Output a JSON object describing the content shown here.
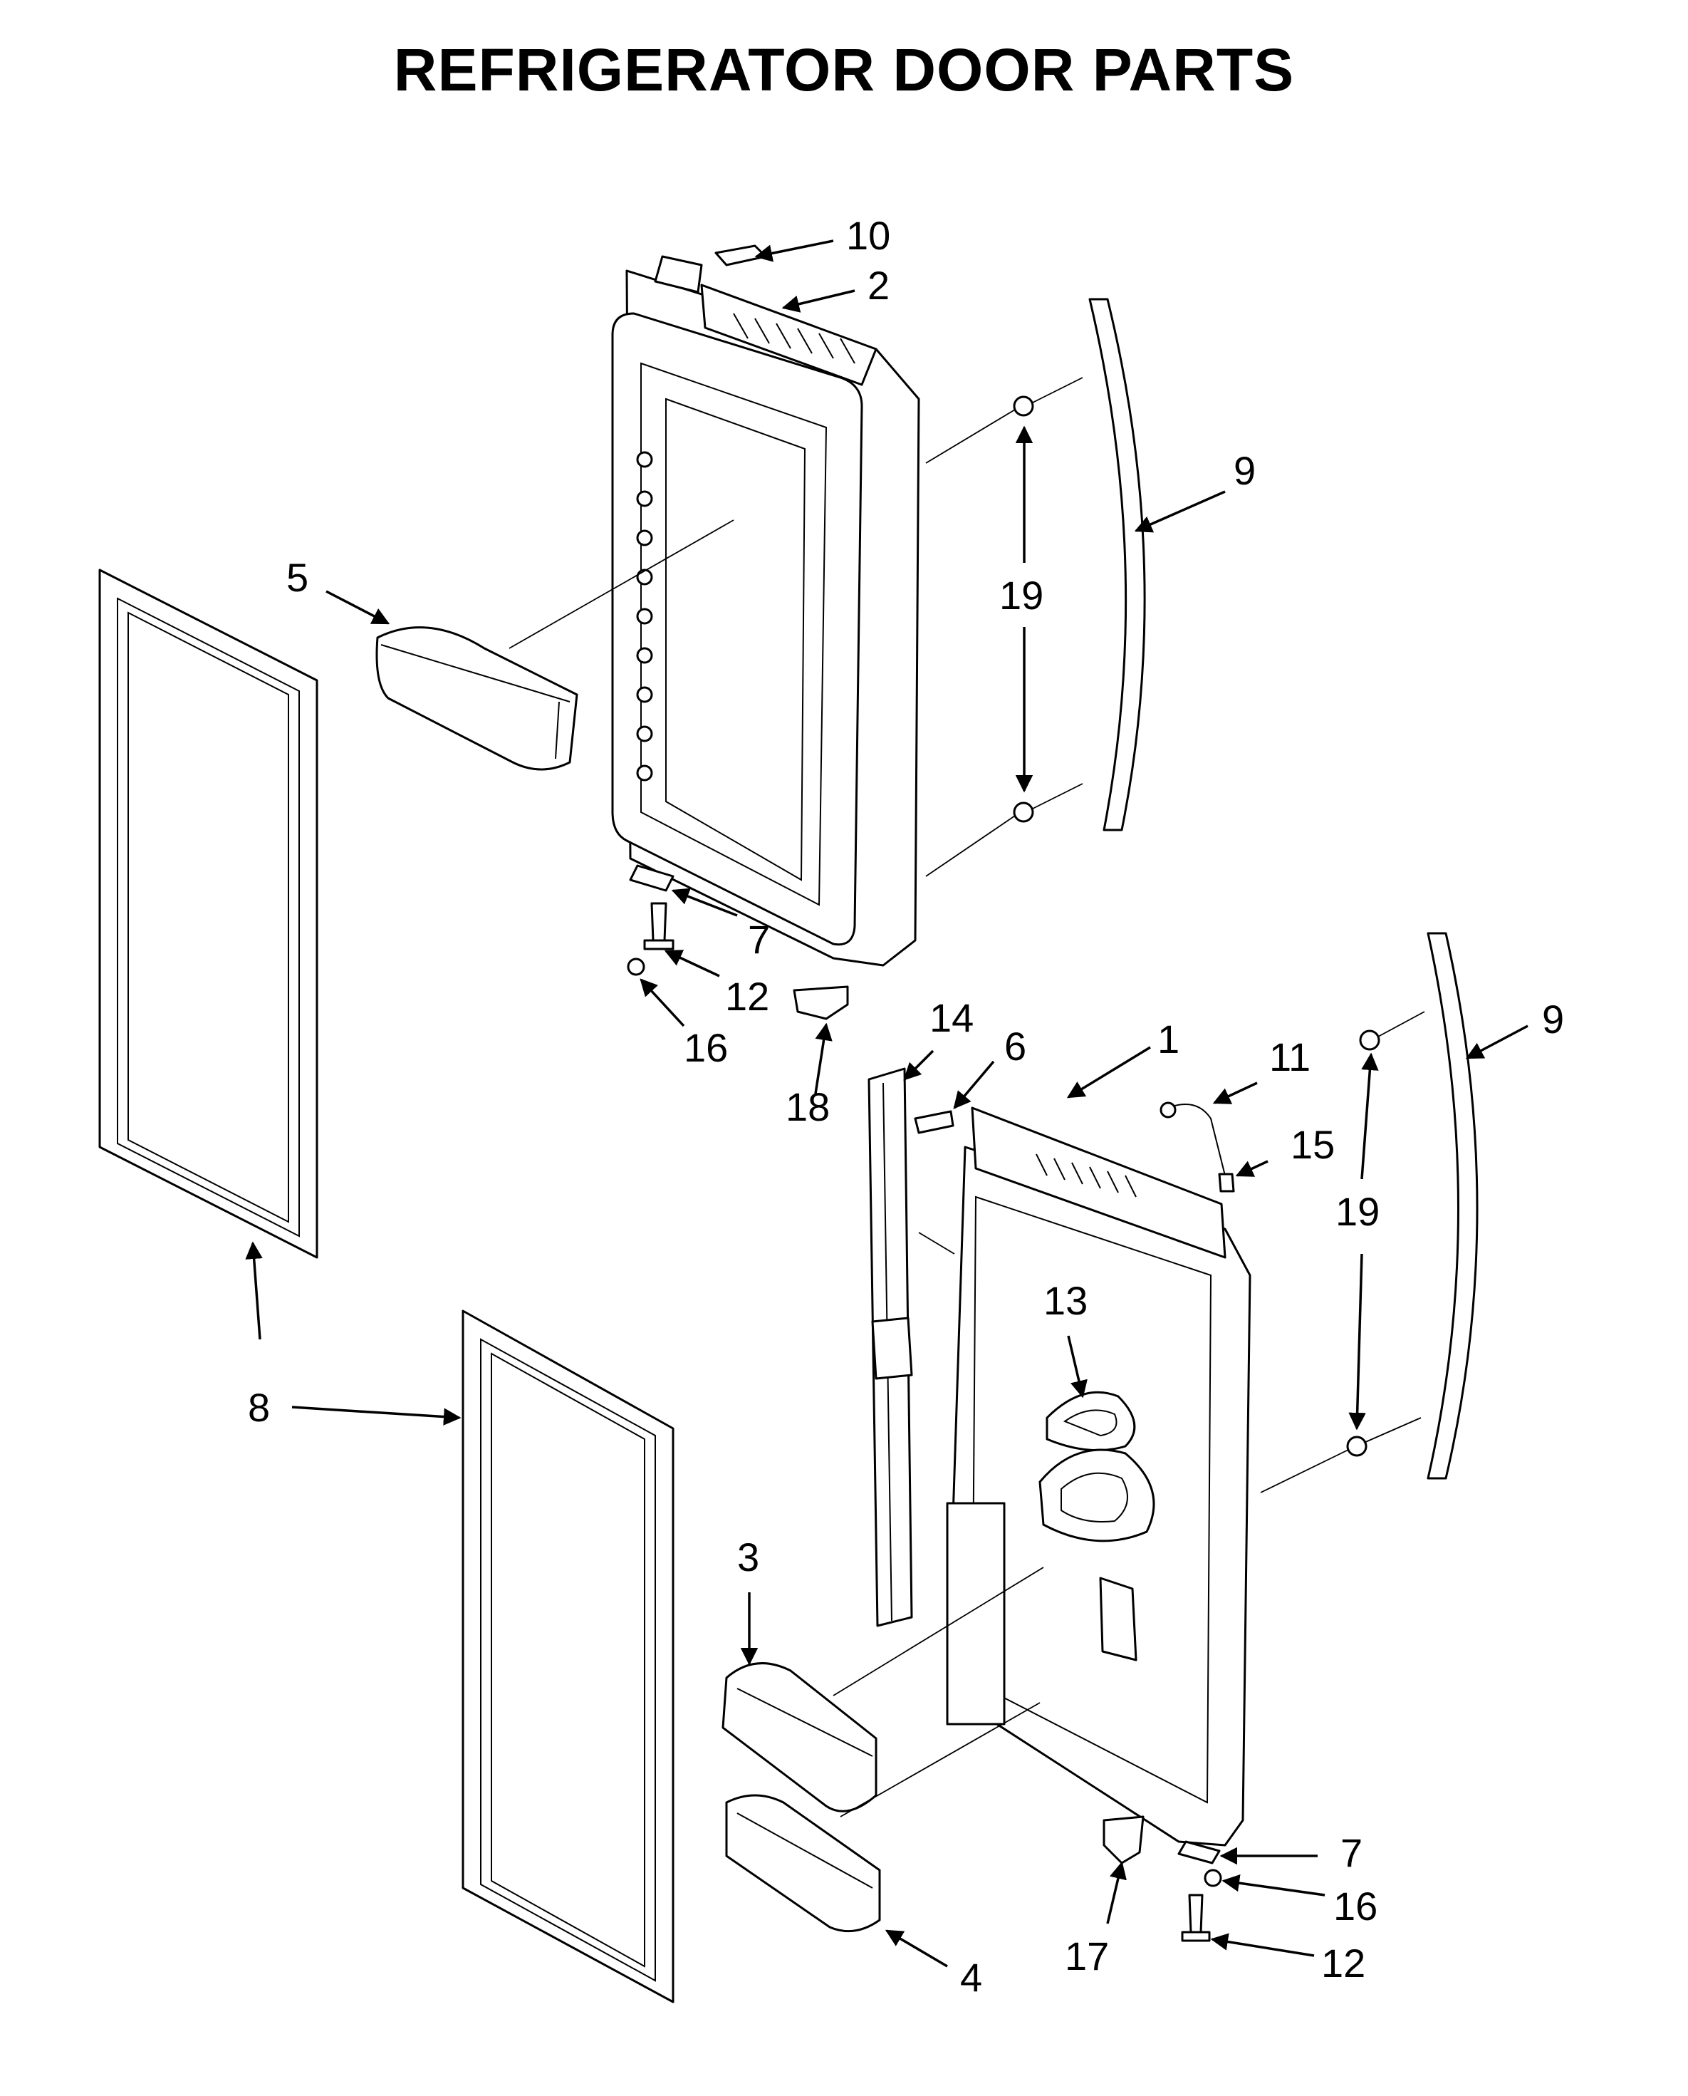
{
  "title": "REFRIGERATOR DOOR PARTS",
  "colors": {
    "line": "#000000",
    "background": "#ffffff"
  },
  "callouts": {
    "c10": "10",
    "c2": "2",
    "c9a": "9",
    "c5": "5",
    "c19a": "19",
    "c7a": "7",
    "c12a": "12",
    "c16a": "16",
    "c18": "18",
    "c14": "14",
    "c6": "6",
    "c1": "1",
    "c11": "11",
    "c15": "15",
    "c9b": "9",
    "c19b": "19",
    "c13": "13",
    "c8": "8",
    "c3": "3",
    "c7b": "7",
    "c16b": "16",
    "c17": "17",
    "c12b": "12",
    "c4": "4"
  }
}
